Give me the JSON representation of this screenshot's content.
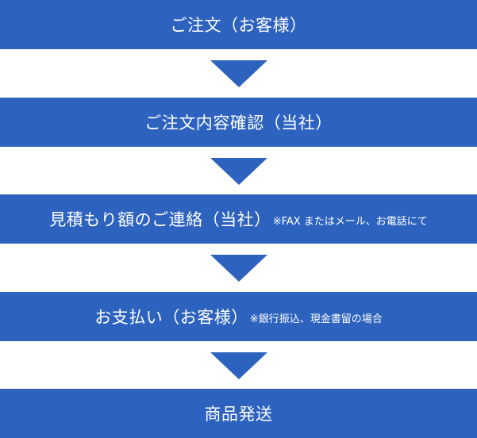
{
  "colors": {
    "box": "#2d63bf",
    "arrow": "#2d63bf",
    "text": "#ffffff"
  },
  "steps": [
    {
      "label": "ご注文（お客様）",
      "note": ""
    },
    {
      "label": "ご注文内容確認（当社）",
      "note": ""
    },
    {
      "label": "見積もり額のご連絡（当社）",
      "note": "※FAX またはメール、お電話にて"
    },
    {
      "label": "お支払い（お客様）",
      "note": "※銀行振込、現金書留の場合"
    },
    {
      "label": "商品発送",
      "note": ""
    }
  ]
}
